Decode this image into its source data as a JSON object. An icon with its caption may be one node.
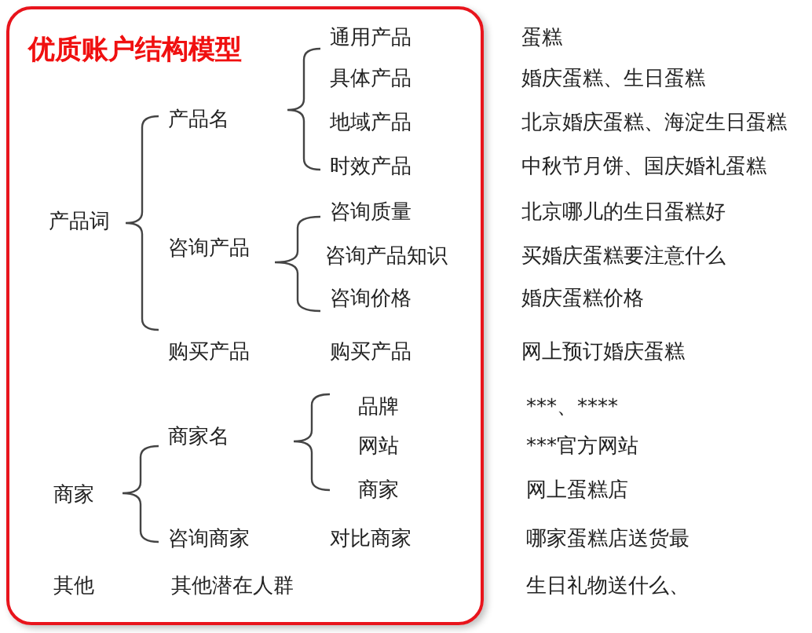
{
  "diagram": {
    "nodes": [
      {
        "text": [
          "优质账户结构模型"
        ]
      }
    ],
    "labels": [
      "通用产品",
      "蛋糕",
      "具体产品",
      "婚庆蛋糕、生日蛋糕",
      "产品名",
      "地域产品",
      "北京婚庆蛋糕、海淀生日蛋糕",
      "时效产品",
      "中秋节月饼、国庆婚礼蛋糕",
      "咨询质量",
      "北京哪儿的生日蛋糕好",
      "产品词",
      "咨询产品",
      "咨询产品知识",
      "买婚庆蛋糕要注意什么",
      "咨询价格",
      "婚庆蛋糕价格",
      "购买产品",
      "购买产品",
      "网上预订婚庆蛋糕",
      "品牌",
      "***、****",
      "商家名",
      "网站",
      "***官方网站",
      "商家",
      "商家",
      "网上蛋糕店",
      "咨询商家",
      "对比商家",
      "哪家蛋糕店送货最",
      "其他",
      "其他潜在人群",
      "生日礼物送什么、"
    ]
  }
}
